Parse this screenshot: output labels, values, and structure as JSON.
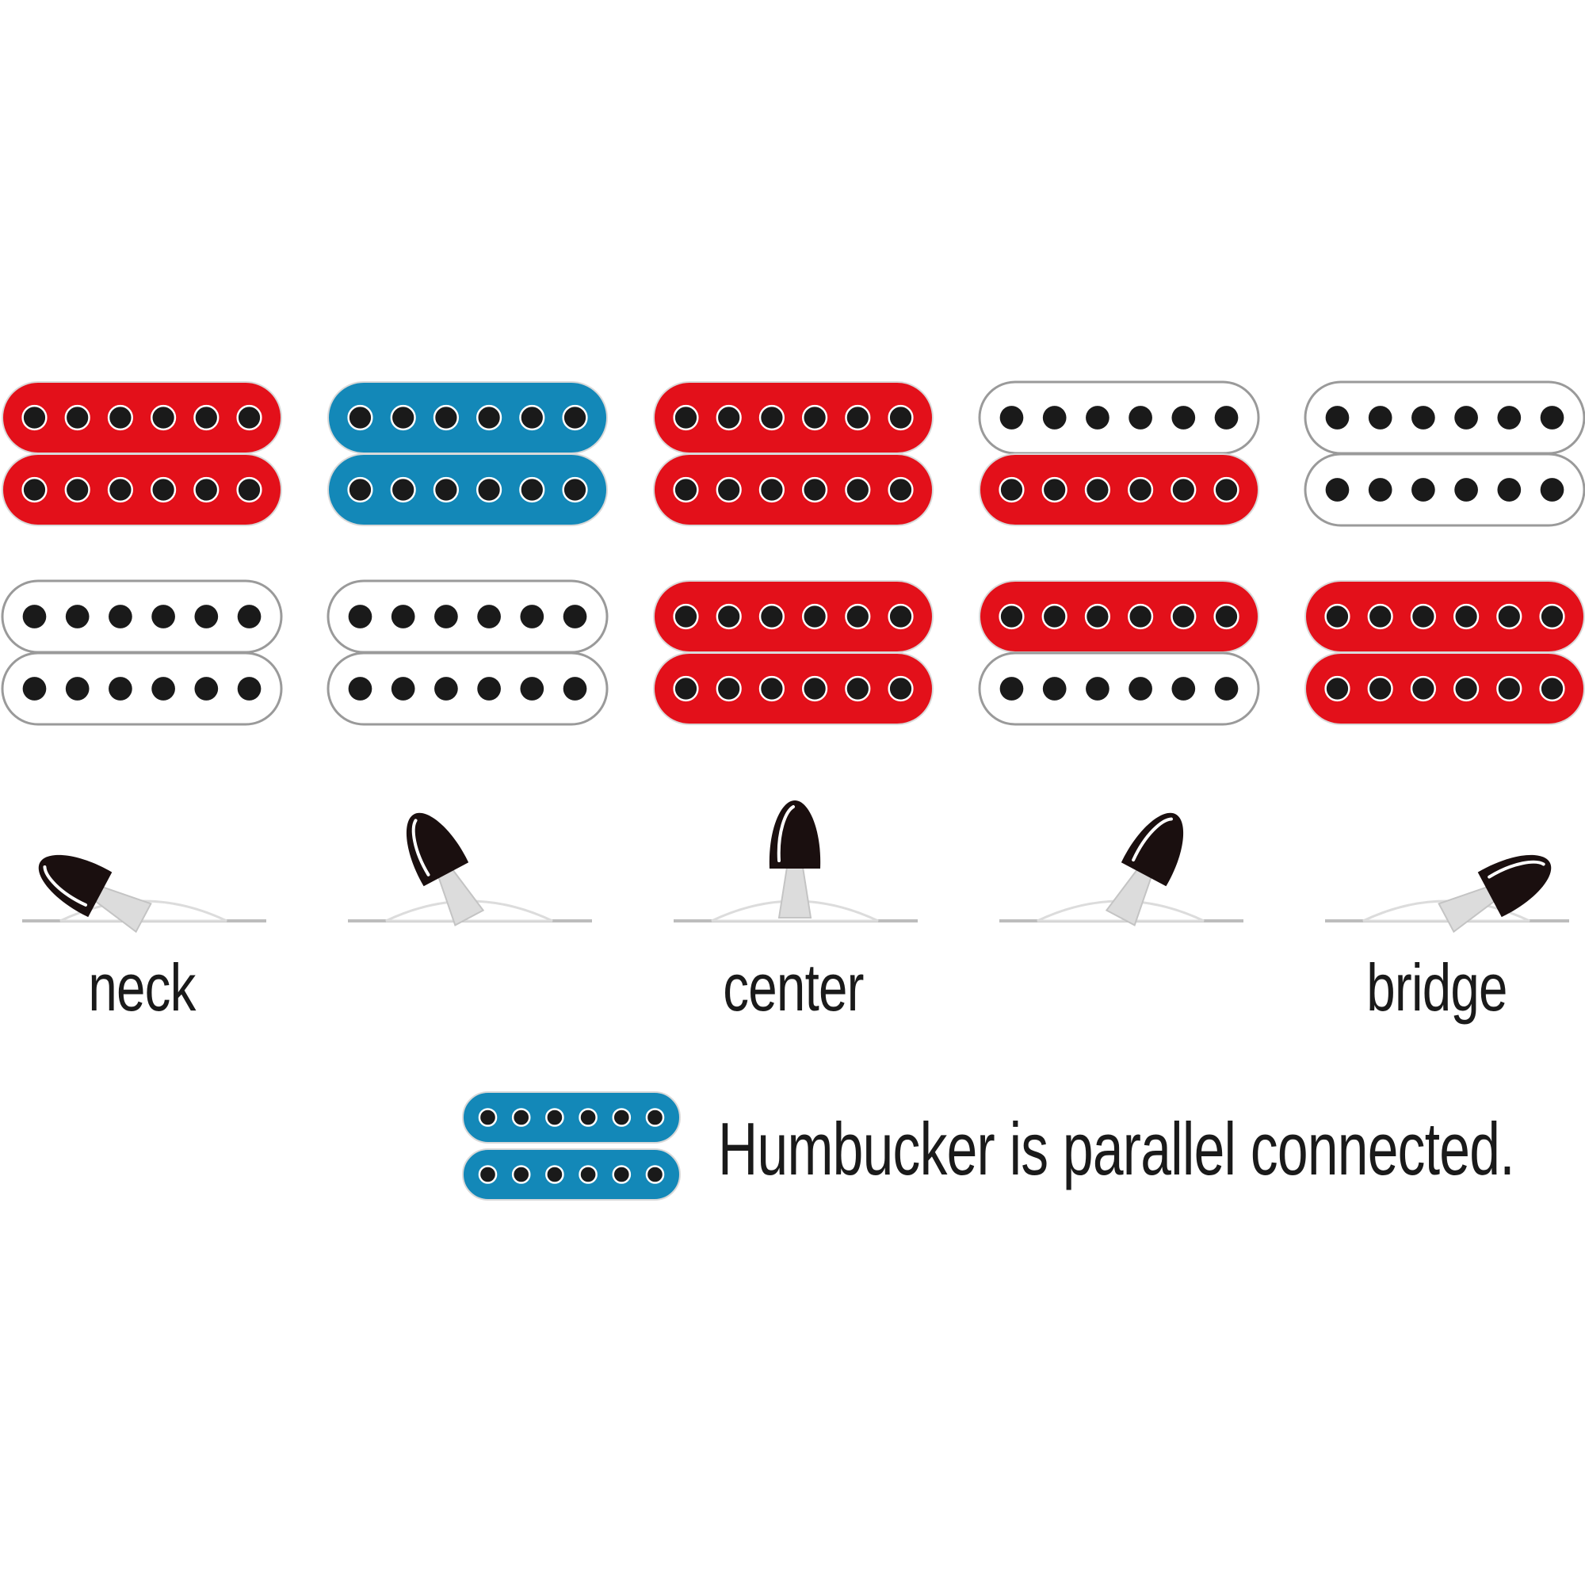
{
  "colors": {
    "active_series": "#e3101a",
    "active_parallel": "#1388b8",
    "inactive": "#ffffff",
    "pole": "#1a1a1a",
    "switch_tip": "#1a0f0f",
    "switch_base": "#dcdcdc"
  },
  "positions": [
    {
      "label": "neck",
      "lever": "far-left",
      "upper": [
        "series",
        "series"
      ],
      "lower": [
        "off",
        "off"
      ]
    },
    {
      "label": "",
      "lever": "left",
      "upper": [
        "parallel",
        "parallel"
      ],
      "lower": [
        "off",
        "off"
      ]
    },
    {
      "label": "center",
      "lever": "center",
      "upper": [
        "series",
        "series"
      ],
      "lower": [
        "series",
        "series"
      ]
    },
    {
      "label": "",
      "lever": "right",
      "upper": [
        "off",
        "series"
      ],
      "lower": [
        "series",
        "off"
      ]
    },
    {
      "label": "bridge",
      "lever": "far-right",
      "upper": [
        "off",
        "off"
      ],
      "lower": [
        "series",
        "series"
      ]
    }
  ],
  "legend": {
    "state": "parallel",
    "text": "Humbucker is parallel connected."
  }
}
